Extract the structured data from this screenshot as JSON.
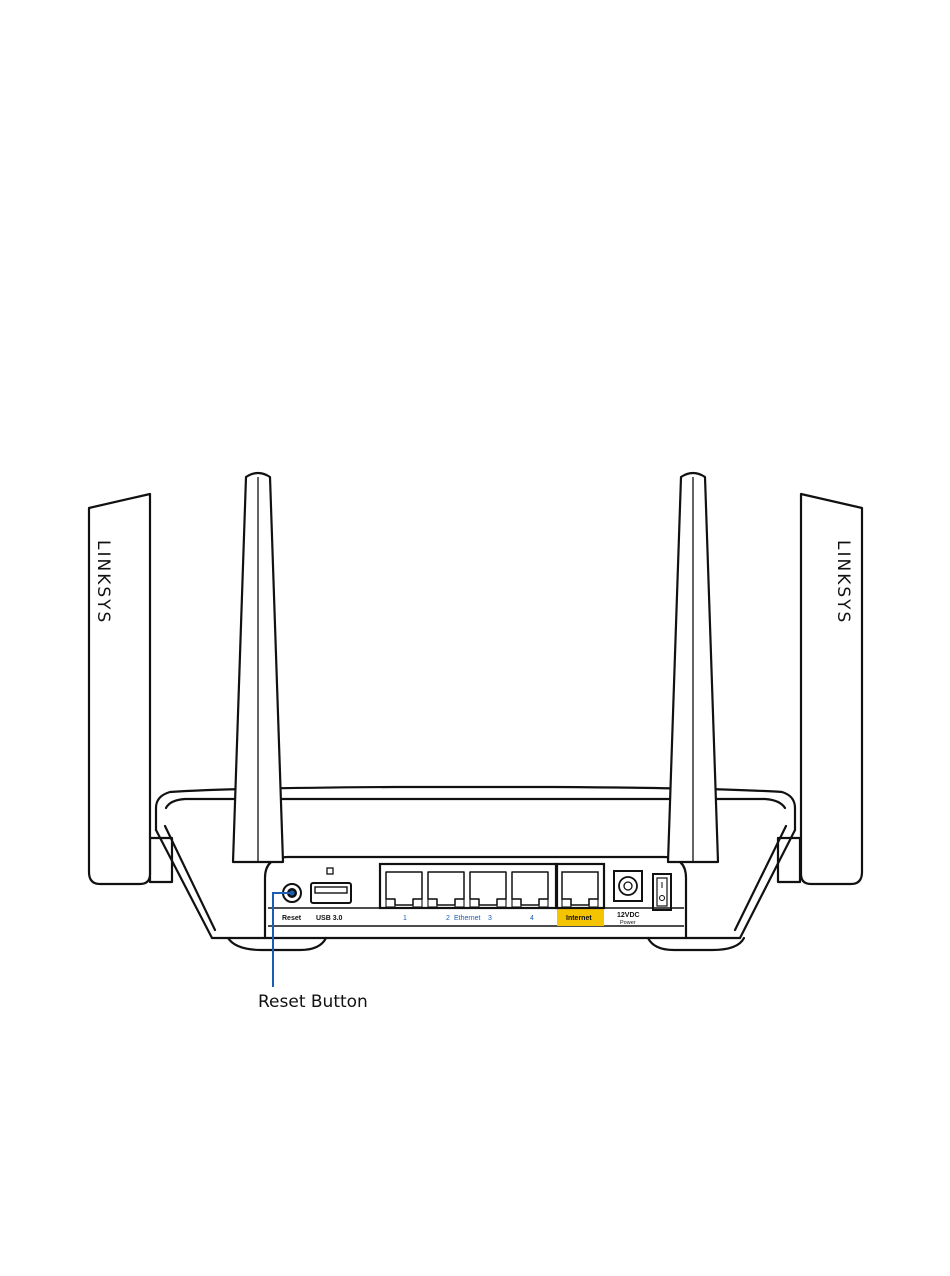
{
  "brand": {
    "logo_left": "LINKSYS",
    "logo_right": "LINKSYS"
  },
  "ports": {
    "reset": "Reset",
    "usb": "USB 3.0",
    "eth1": "1",
    "eth2": "2",
    "ethernet": "Ethernet",
    "eth3": "3",
    "eth4": "4",
    "internet": "Internet",
    "power_main": "12VDC",
    "power_sub": "Power"
  },
  "callout": {
    "label": "Reset Button"
  },
  "colors": {
    "outline": "#111111",
    "callout_line": "#1a5fb4",
    "internet_highlight": "#f5c400"
  }
}
